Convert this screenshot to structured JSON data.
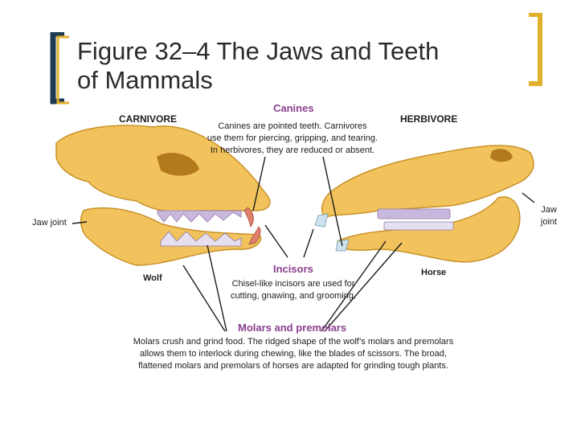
{
  "title": {
    "line1": "Figure 32–4 The Jaws and Teeth",
    "line2": "of Mammals"
  },
  "carnivore_label": "CARNIVORE",
  "herbivore_label": "HERBIVORE",
  "wolf_label": "Wolf",
  "horse_label": "Horse",
  "jaw_joint_left": "Jaw joint",
  "jaw_joint_right": {
    "line1": "Jaw",
    "line2": "joint"
  },
  "canines": {
    "heading": "Canines",
    "lines": [
      "Canines are pointed teeth. Carnivores",
      "use them for piercing, gripping, and tearing.",
      "In herbivores, they are reduced or absent."
    ]
  },
  "incisors": {
    "heading": "Incisors",
    "lines": [
      "Chisel-like incisors are used for",
      "cutting, gnawing, and grooming."
    ]
  },
  "molars": {
    "heading": "Molars and premolars",
    "lines": [
      "Molars crush and grind food. The ridged shape of the wolf’s molars and premolars",
      "allows them to interlock during chewing, like the blades of scissors. The broad,",
      "flattened molars and premolars of horses are adapted for grinding tough plants."
    ]
  },
  "colors": {
    "bone": "#f2c35c",
    "bone_dark": "#c8922a",
    "bracket": "#e1b12c",
    "bracket_dark": "#1f3b50",
    "heading": "#8a3f8e",
    "teeth": "#c9b8dd"
  }
}
